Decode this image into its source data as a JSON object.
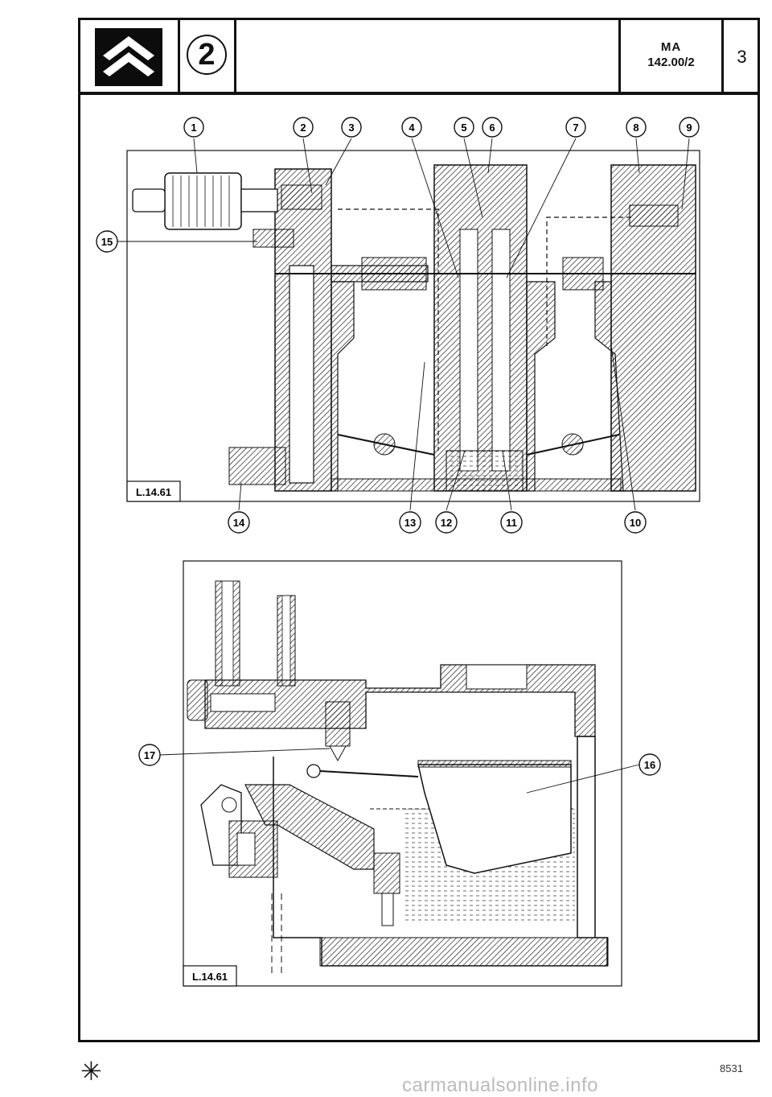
{
  "header": {
    "section_number": "2",
    "reference_line1": "MA",
    "reference_line2": "142.00/2",
    "page_number": "3"
  },
  "figure_top": {
    "figure_ref": "L.14.61",
    "callouts": [
      "1",
      "2",
      "3",
      "4",
      "5",
      "6",
      "7",
      "8",
      "9",
      "10",
      "11",
      "12",
      "13",
      "14",
      "15"
    ]
  },
  "figure_bottom": {
    "figure_ref": "L.14.61",
    "callouts": [
      "16",
      "17"
    ]
  },
  "footer": {
    "symbol": "✳",
    "code": "8531",
    "watermark": "carmanualsonline.info"
  },
  "colors": {
    "ink": "#111111",
    "paper": "#ffffff"
  }
}
